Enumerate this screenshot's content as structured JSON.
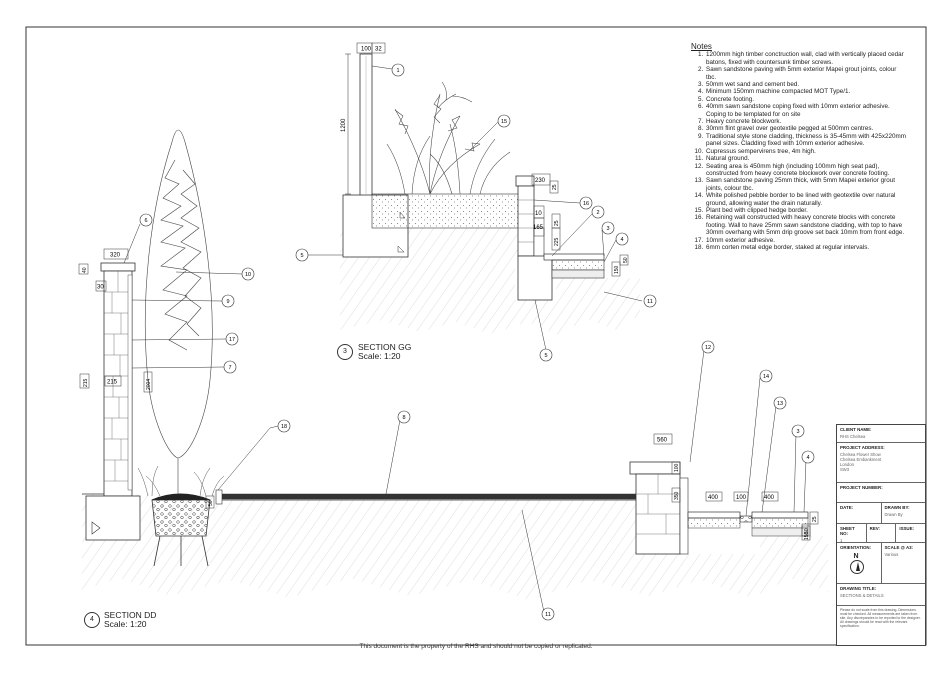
{
  "notes": {
    "title": "Notes",
    "items": [
      "1200mm high timber conctruction wall, clad with vertically placed cedar batons, fixed with countersunk timber screws.",
      "Sawn sandstone paving with 5mm exterior Mapei grout joints, colour tbc.",
      "50mm wet sand and cement bed.",
      "Minimum 150mm machine compacted MOT Type/1.",
      "Concrete footing.",
      "40mm sawn sandstone coping fixed with 10mm exterior adhesive. Coping to be templated for on site",
      "Heavy concrete blockwork.",
      "30mm flint gravel over geotextile pegged at 500mm centres.",
      "Traditional style stone cladding, thickness is 35-45mm with 425x220mm panel sizes. Cladding fixed with 10mm exterior adhesive.",
      "Cupressus sempervirens tree, 4m high.",
      "Natural ground.",
      "Seating area is 450mm high (including 100mm high seat pad), constructed from heavy concrete blockwork over concrete footing.",
      "Sawn sandstone paving 25mm thick, with 5mm Mapei exterior grout joints, colour tbc.",
      "White polished pebble border to be lined with geotextile over natural ground, allowing water the drain naturally.",
      "Plant bed with clipped hedge border.",
      "Retaining wall constructed with heavy concrete blocks with concrete footing. Wall to have 25mm sawn sandstone cladding, with top to have 30mm overhang with 5mm drip groove set back 10mm from front edge.",
      "10mm exterior adhesive.",
      "6mm corten metal edge border, staked at regular intervals."
    ]
  },
  "sections": {
    "gg": {
      "number": "3",
      "title": "SECTION GG",
      "scale": "Scale: 1:20"
    },
    "dd": {
      "number": "4",
      "title": "SECTION DD",
      "scale": "Scale: 1:20"
    }
  },
  "dimensions_gg": {
    "d100": "100",
    "d32": "32",
    "d1200": "1200",
    "d230": "230",
    "d25a": "25",
    "d10": "10",
    "d165": "165",
    "d25b": "25",
    "d225": "225",
    "d50": "50",
    "d150": "150"
  },
  "dimensions_dd": {
    "d320": "320",
    "d40": "40",
    "d30": "30",
    "d215": "215",
    "d2004": "2004",
    "d215b": "215",
    "d50": "50",
    "d560": "560",
    "d100": "100",
    "d350": "350",
    "d400a": "400",
    "d100b": "100",
    "d400b": "400",
    "d25": "25",
    "d50b": "50",
    "d150": "150"
  },
  "callouts_gg": [
    "1",
    "15",
    "16",
    "2",
    "3",
    "4",
    "5",
    "11",
    "5"
  ],
  "callouts_dd": [
    "6",
    "10",
    "9",
    "17",
    "7",
    "8",
    "18",
    "11",
    "12",
    "14",
    "13",
    "3",
    "4"
  ],
  "title_block": {
    "client_label": "CLIENT NAME:",
    "client_value": "RHS Chelsea",
    "address_label": "PROJECT ADDRESS:",
    "address_lines": [
      "Chelsea Flower Show",
      "Chelsea Embankment",
      "London",
      "SW3"
    ],
    "project_number_label": "PROJECT NUMBER:",
    "date_label": "DATE:",
    "drawn_by_label": "DRAWN BY:",
    "drawn_by_value": "Drawn By",
    "sheet_no_label": "SHEET NO:",
    "sheet_no_value": "1",
    "rev_label": "REV:",
    "issue_label": "ISSUE:",
    "orientation_label": "ORIENTATION:",
    "north_letter": "N",
    "scale_label": "SCALE @ A3:",
    "scale_value": "Various",
    "drawing_title_label": "DRAWING TITLE:",
    "drawing_title_value": "SECTIONS & DETAILS",
    "fine_print": "Please do not scale from this drawing. Dimensions must be checked. All measurements are taken from site. Any discrepancies to be reported to the designer. All drawings should be read with the relevant specification."
  },
  "footer": "This document is the property of the RHS and should not be copied or replicated."
}
